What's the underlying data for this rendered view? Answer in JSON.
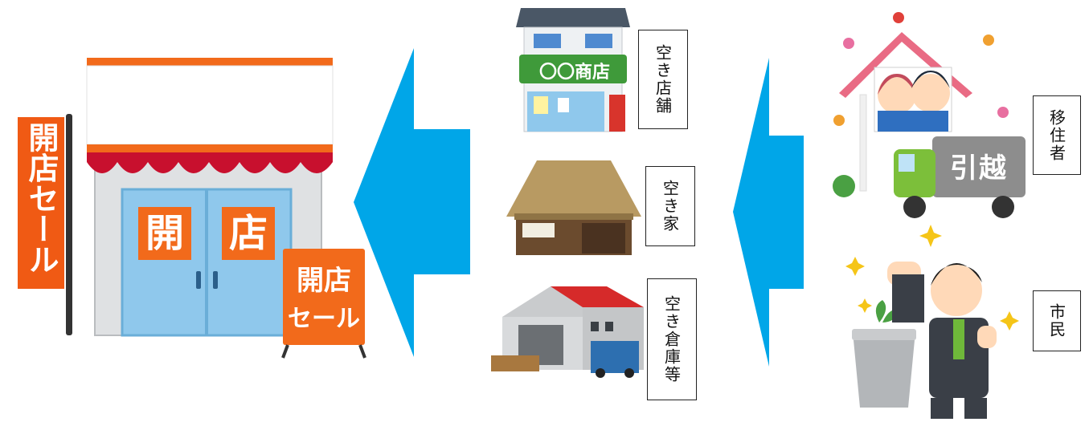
{
  "store": {
    "flag_text": "開店セール",
    "door_left_text": "開",
    "door_right_text": "店",
    "sign_line1": "開店",
    "sign_line2": "セール",
    "awning_color": "#c8102e",
    "trim_color": "#f26a1b",
    "door_color": "#8fc8ec",
    "flag_color": "#f05a14"
  },
  "arrows": {
    "color": "#00a6e8",
    "direction": "left"
  },
  "vacant_properties": [
    {
      "label": "空き店舗",
      "shop_sign": "〇〇商店",
      "icon": "shop-building-icon"
    },
    {
      "label": "空き家",
      "icon": "thatched-house-icon"
    },
    {
      "label": "空き倉庫等",
      "icon": "warehouse-icon"
    }
  ],
  "people": [
    {
      "label": "移住者",
      "truck_text": "引越",
      "icon": "moving-family-icon"
    },
    {
      "label": "市民",
      "icon": "businessman-icon"
    }
  ]
}
